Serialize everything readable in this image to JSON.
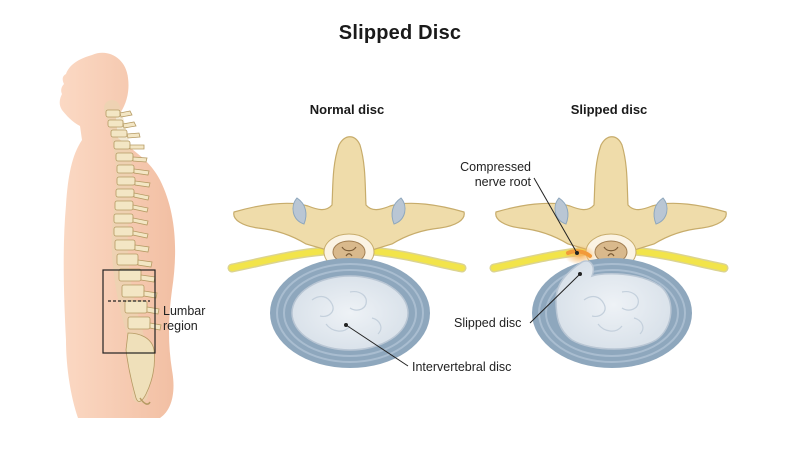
{
  "title": "Slipped Disc",
  "panels": {
    "normal": {
      "heading": "Normal disc"
    },
    "slipped": {
      "heading": "Slipped disc"
    }
  },
  "labels": {
    "lumbar_line1": "Lumbar",
    "lumbar_line2": "region",
    "intervertebral": "Intervertebral disc",
    "compressed_line1": "Compressed",
    "compressed_line2": "nerve root",
    "slipped_disc": "Slipped disc"
  },
  "colors": {
    "skin": "#f6c8ad",
    "bone": "#efdcaa",
    "bone_outline": "#c7ac6b",
    "nerve": "#f2e44a",
    "disc_outer": "#8ea7bd",
    "disc_inner": "#dfe6ee",
    "cartilage": "#b9c6d4",
    "cord": "#c8a57a",
    "inflammation": "#f29a3a"
  }
}
